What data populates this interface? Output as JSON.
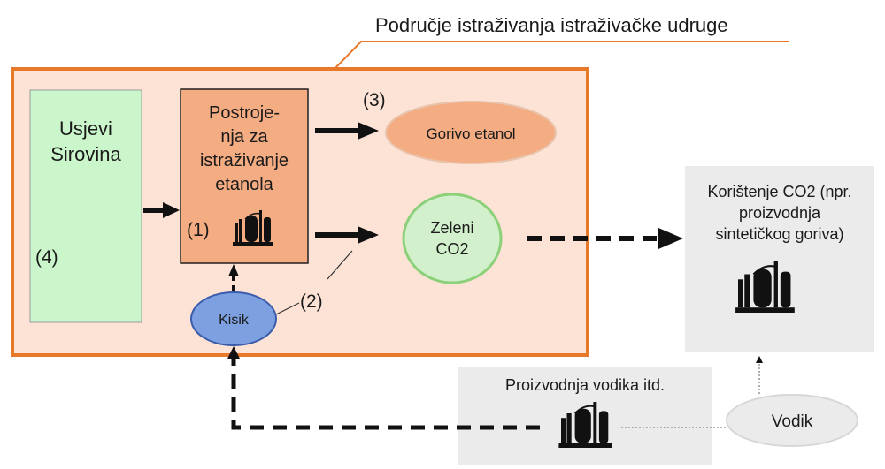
{
  "title": "Područje istraživanja istraživačke udruge",
  "crops": {
    "line1": "Usjevi",
    "line2": "Sirovina",
    "marker": "(4)"
  },
  "plant": {
    "line1": "Postroje-",
    "line2": "nja za",
    "line3": "istraživanje",
    "line4": "etanola",
    "marker": "(1)",
    "icon": "factory-icon"
  },
  "fuel": {
    "label": "Gorivo etanol",
    "marker": "(3)"
  },
  "co2": {
    "line1": "Zeleni",
    "line2": "CO2"
  },
  "oxygen": {
    "label": "Kisik",
    "marker": "(2)"
  },
  "usage": {
    "line1": "Korištenje CO2 (npr.",
    "line2": "proizvodnja",
    "line3": "sintetičkog goriva)",
    "icon": "factory-icon"
  },
  "hydrogen_production": {
    "label": "Proizvodnja vodika itd.",
    "icon": "factory-icon"
  },
  "hydrogen": {
    "label": "Vodik"
  },
  "colors": {
    "orange_border": "#e8782a",
    "area_fill": "#fde3d6",
    "crops_fill": "#cbf5cb",
    "plant_fill": "#f4ac82",
    "fuel_fill": "#f4ac82",
    "co2_fill": "#d3f0cc",
    "co2_border": "#8cd07a",
    "oxygen_fill": "#7da0e0",
    "oxygen_border": "#3a5cab",
    "gray_box": "#ebebeb"
  }
}
